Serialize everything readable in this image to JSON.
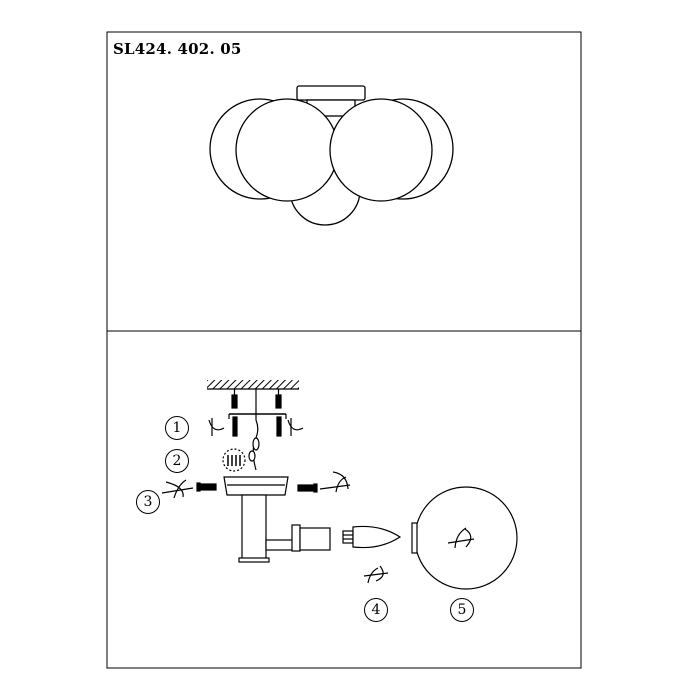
{
  "model": "SL424. 402. 05",
  "steps": [
    "1",
    "2",
    "3",
    "4",
    "5"
  ]
}
